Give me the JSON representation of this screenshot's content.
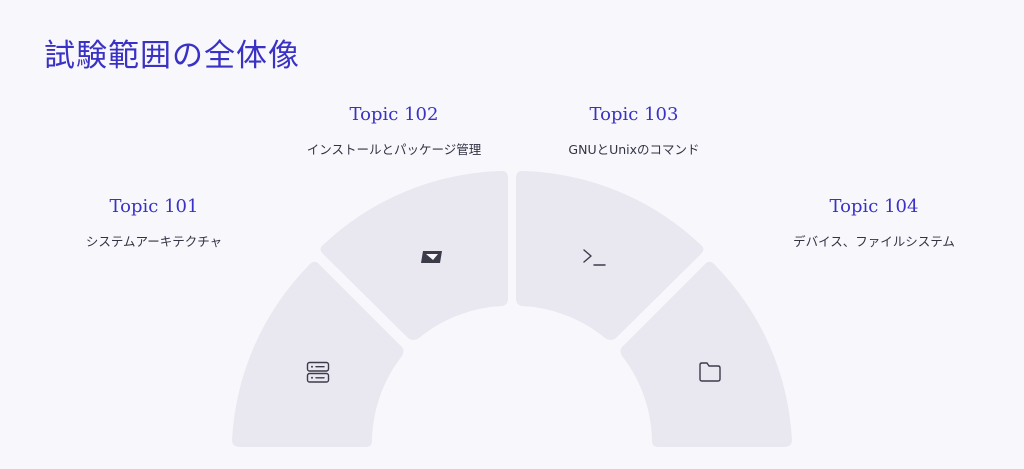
{
  "title": "試験範囲の全体像",
  "topics": [
    {
      "name": "Topic 101",
      "description": "システムアーキテクチャ",
      "icon": "server-icon"
    },
    {
      "name": "Topic 102",
      "description": "インストールとパッケージ管理",
      "icon": "package-icon"
    },
    {
      "name": "Topic 103",
      "description": "GNUとUnixのコマンド",
      "icon": "terminal-icon"
    },
    {
      "name": "Topic 104",
      "description": "デバイス、ファイルシステム",
      "icon": "folder-icon"
    }
  ],
  "colors": {
    "accent": "#3a32c4",
    "segment": "#e9e8f1",
    "background": "#f8f8fc"
  }
}
